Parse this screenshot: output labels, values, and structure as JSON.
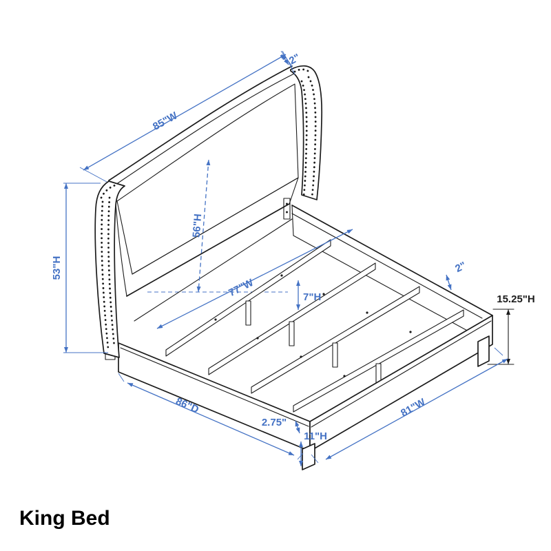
{
  "title": "King Bed",
  "colors": {
    "line": "#1b1b1b",
    "dimension": "#4472C4"
  },
  "labels": {
    "headboard_thickness": "2\"",
    "headboard_width": "85\"W",
    "overall_height": "53\"H",
    "headboard_height": "56\"H",
    "slat_span": "77\"W",
    "frame_inner_height": "7\"H",
    "rail_top_thickness": "2\"",
    "side_rail_height": "15.25\"H",
    "depth": "86\"D",
    "slat_thickness": "2.75\"",
    "leg_height": "11\"H",
    "width": "81\"W"
  }
}
